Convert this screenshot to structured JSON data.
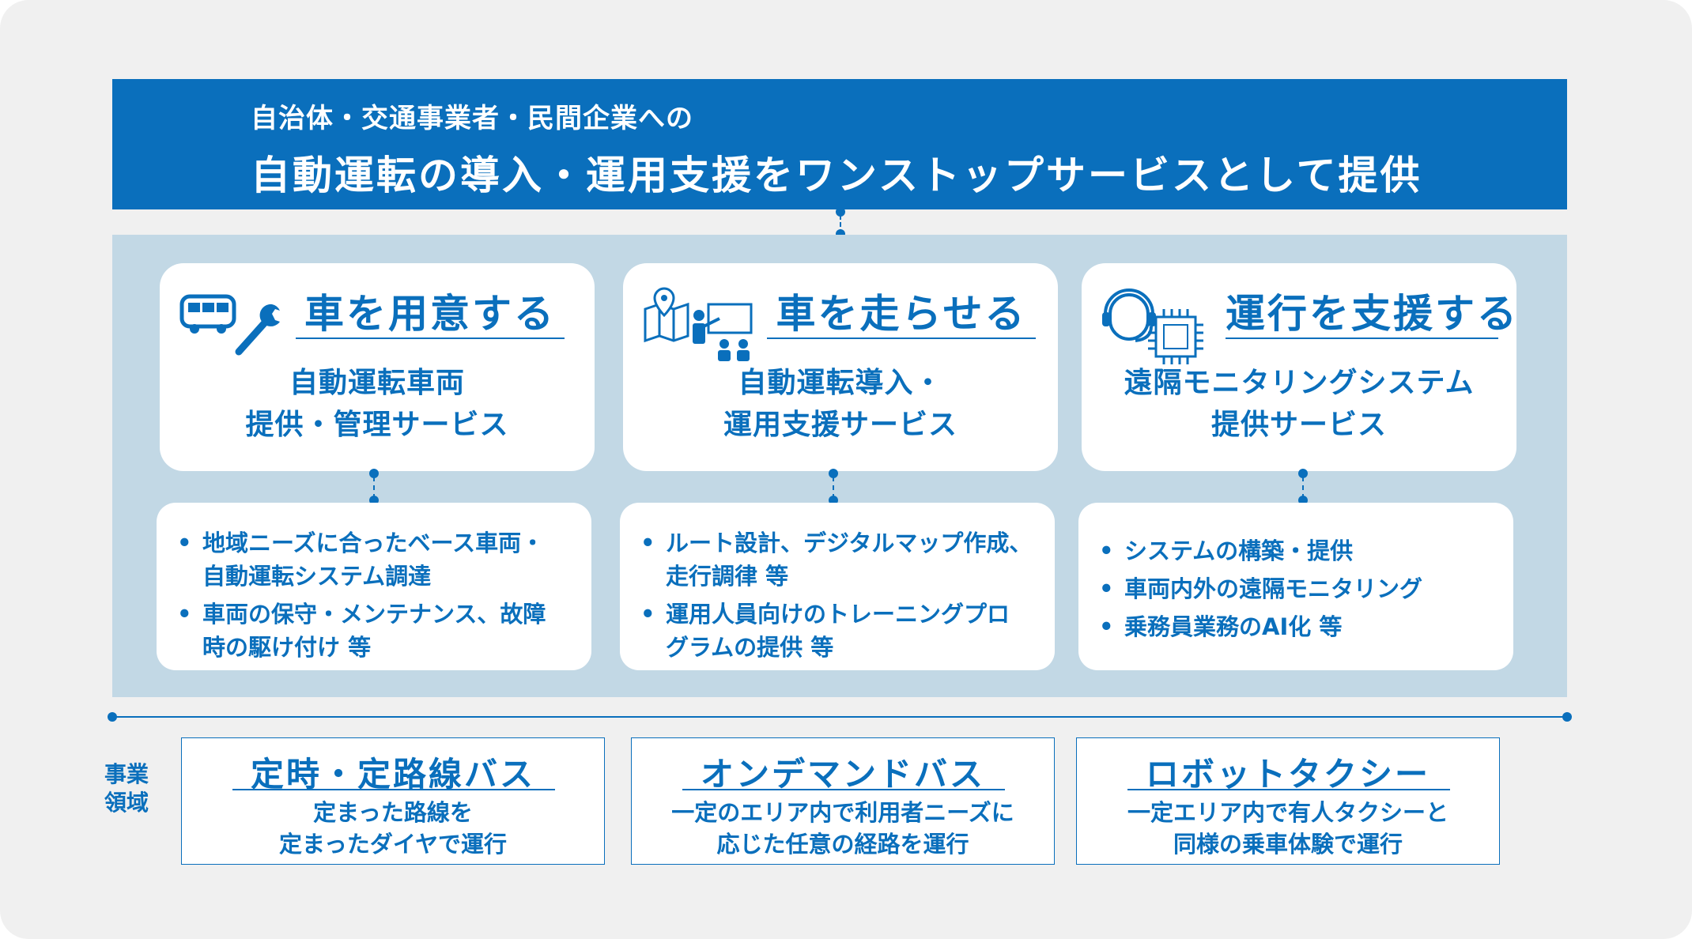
{
  "header": {
    "subtitle": "自治体・交通事業者・民間企業への",
    "title": "自動運転の導入・運用支援をワンストップサービスとして提供"
  },
  "services": [
    {
      "title": "車を用意する",
      "desc_line1": "自動運転車両",
      "desc_line2": "提供・管理サービス",
      "icons": [
        "bus-icon",
        "wrench-icon"
      ],
      "details": [
        {
          "line1": "地域ニーズに合ったベース車両・",
          "line2": "自動運転システム調達"
        },
        {
          "line1": "車両の保守・メンテナンス、故障",
          "line2": "時の駆け付け 等"
        }
      ]
    },
    {
      "title": "車を走らせる",
      "desc_line1": "自動運転導入・",
      "desc_line2": "運用支援サービス",
      "icons": [
        "map-pin-icon",
        "training-presenter-icon"
      ],
      "details": [
        {
          "line1": "ルート設計、デジタルマップ作成、",
          "line2": "走行調律 等"
        },
        {
          "line1": "運用人員向けのトレーニングプロ",
          "line2": "グラムの提供 等"
        }
      ]
    },
    {
      "title": "運行を支援する",
      "desc_line1": "遠隔モニタリングシステム",
      "desc_line2": "提供サービス",
      "icons": [
        "headset-operator-icon",
        "ai-chip-icon"
      ],
      "details": [
        {
          "line1": "システムの構築・提供"
        },
        {
          "line1": "車両内外の遠隔モニタリング"
        },
        {
          "line1": "乗務員業務のAI化 等"
        }
      ]
    }
  ],
  "business_area": {
    "label_line1": "事業",
    "label_line2": "領域",
    "items": [
      {
        "title": "定時・定路線バス",
        "desc_line1": "定まった路線を",
        "desc_line2": "定まったダイヤで運行"
      },
      {
        "title": "オンデマンドバス",
        "desc_line1": "一定のエリア内で利用者ニーズに",
        "desc_line2": "応じた任意の経路を運行"
      },
      {
        "title": "ロボットタクシー",
        "desc_line1": "一定エリア内で有人タクシーと",
        "desc_line2": "同様の乗車体験で運行"
      }
    ]
  },
  "colors": {
    "primary": "#0a6fbc",
    "panel": "#c2d8e5",
    "background": "#f0f0f0"
  }
}
